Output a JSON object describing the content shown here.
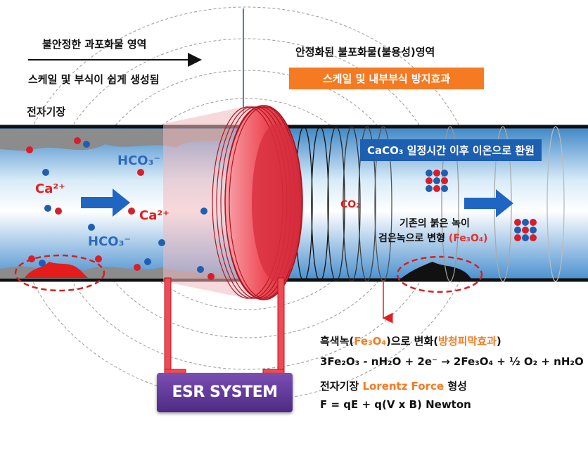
{
  "top": {
    "left_line1": "불안정한 과포화물 영역",
    "left_line2": "스케일 및 부식이 쉽게 생성됨",
    "field_label": "전자기장",
    "right_line1": "안정화된 불포화물(불용성)영역",
    "right_badge": "스케일 및 내부부식 방지효과"
  },
  "pipe": {
    "caco3_badge": "CaCO₃   일정시간 이후 이온으로 환원",
    "ion_ca_1": "Ca²⁺",
    "ion_hco3_1": "HCO₃⁻",
    "ion_ca_2": "Ca²⁺",
    "ion_hco3_2": "HCO₃⁻",
    "co2": "CO₂",
    "rust_line1": "기존의 붉은 녹이",
    "rust_line2_prefix": "검은녹으로 변형 ",
    "rust_line2_formula": "(Fe₃O₄)"
  },
  "device": {
    "label": "ESR SYSTEM"
  },
  "notes": {
    "line1_prefix": "흑색녹(",
    "line1_formula": "Fe₃O₄",
    "line1_mid": ")으로 변화(",
    "line1_effect": "방청피막효과",
    "line1_suffix": ")",
    "equation": "3Fe₂O₃ - nH₂O + 2e⁻ → 2Fe₃O₄ + ½ O₂ + nH₂O",
    "line3_prefix": "전자기장 ",
    "line3_force": "Lorentz Force",
    "line3_suffix": " 형성",
    "formula": "F = qE + q(V x B) Newton"
  },
  "colors": {
    "pipe_blue": "#5a9fd4",
    "coil_red": "#e8404a",
    "arrow_blue": "#1f66c2",
    "accent_orange": "#f57a22",
    "esr_purple": "#5c3494"
  }
}
